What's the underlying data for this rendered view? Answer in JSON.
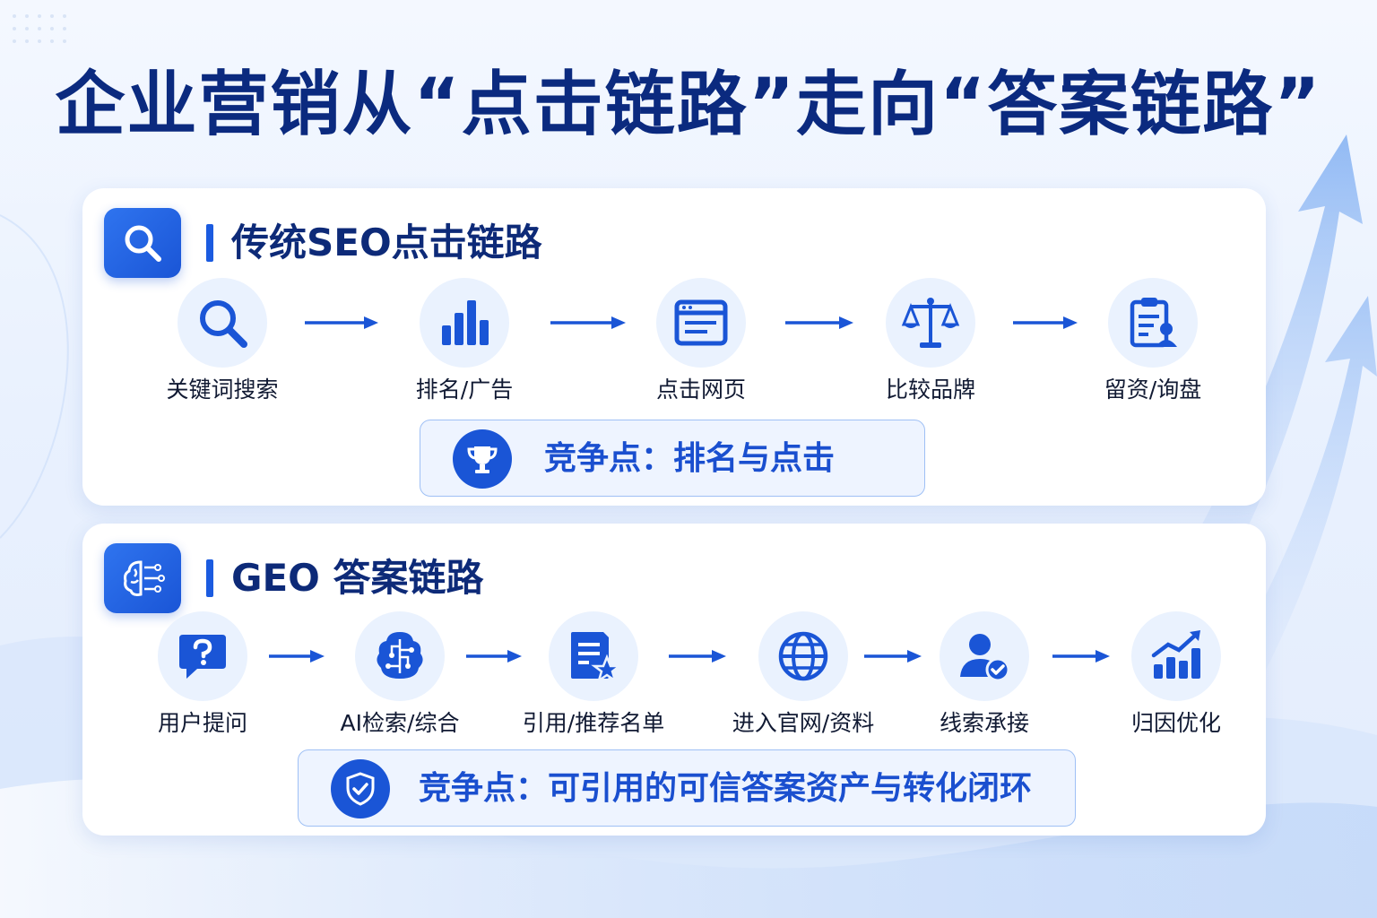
{
  "title": "企业营销从“点击链路”走向“答案链路”",
  "colors": {
    "primary": "#1a55d6",
    "title": "#0b2a7f",
    "icon_bg": "#eaf2fe",
    "text": "#111a33"
  },
  "seo": {
    "heading": "传统SEO点击链路",
    "heading_icon": "search-icon",
    "steps": [
      {
        "label": "关键词搜索",
        "icon": "search-icon"
      },
      {
        "label": "排名/广告",
        "icon": "bar-chart-icon"
      },
      {
        "label": "点击网页",
        "icon": "browser-window-icon"
      },
      {
        "label": "比较品牌",
        "icon": "balance-scale-icon"
      },
      {
        "label": "留资/询盘",
        "icon": "clipboard-user-icon"
      }
    ],
    "compete": "竞争点：排名与点击",
    "compete_icon": "trophy-icon"
  },
  "geo": {
    "heading": "GEO 答案链路",
    "heading_icon": "ai-brain-icon",
    "steps": [
      {
        "label": "用户提问",
        "icon": "question-bubble-icon"
      },
      {
        "label": "AI检索/综合",
        "icon": "ai-brain-icon"
      },
      {
        "label": "引用/推荐名单",
        "icon": "document-star-icon"
      },
      {
        "label": "进入官网/资料",
        "icon": "globe-icon"
      },
      {
        "label": "线索承接",
        "icon": "user-check-icon"
      },
      {
        "label": "归因优化",
        "icon": "growth-chart-icon"
      }
    ],
    "compete": "竞争点：可引用的可信答案资产与转化闭环",
    "compete_icon": "shield-check-icon"
  }
}
